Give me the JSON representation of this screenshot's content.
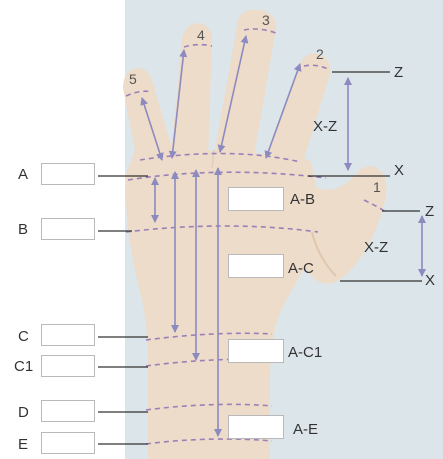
{
  "colors": {
    "panel": "#dce5e9",
    "skin": "#eddcc9",
    "skin_shadow": "#e3cdb7",
    "arrow": "#8d8ac0",
    "dashed": "#9b7fb9",
    "line": "#333333"
  },
  "finger_numbers": [
    "5",
    "4",
    "3",
    "2",
    "1"
  ],
  "left_labels": {
    "A": "A",
    "B": "B",
    "C": "C",
    "C1": "C1",
    "D": "D",
    "E": "E"
  },
  "inner_labels": {
    "AB": "A-B",
    "AC": "A-C",
    "AC1": "A-C1",
    "AE": "A-E"
  },
  "right_labels": {
    "Z_top": "Z",
    "XZ_top": "X-Z",
    "X_top": "X",
    "Z_bottom": "Z",
    "XZ_bottom": "X-Z",
    "X_bottom": "X"
  },
  "answer_fields": {
    "A": "",
    "B": "",
    "C": "",
    "C1": "",
    "D": "",
    "E": "",
    "AB": "",
    "AC": "",
    "AC1": "",
    "AE": ""
  }
}
